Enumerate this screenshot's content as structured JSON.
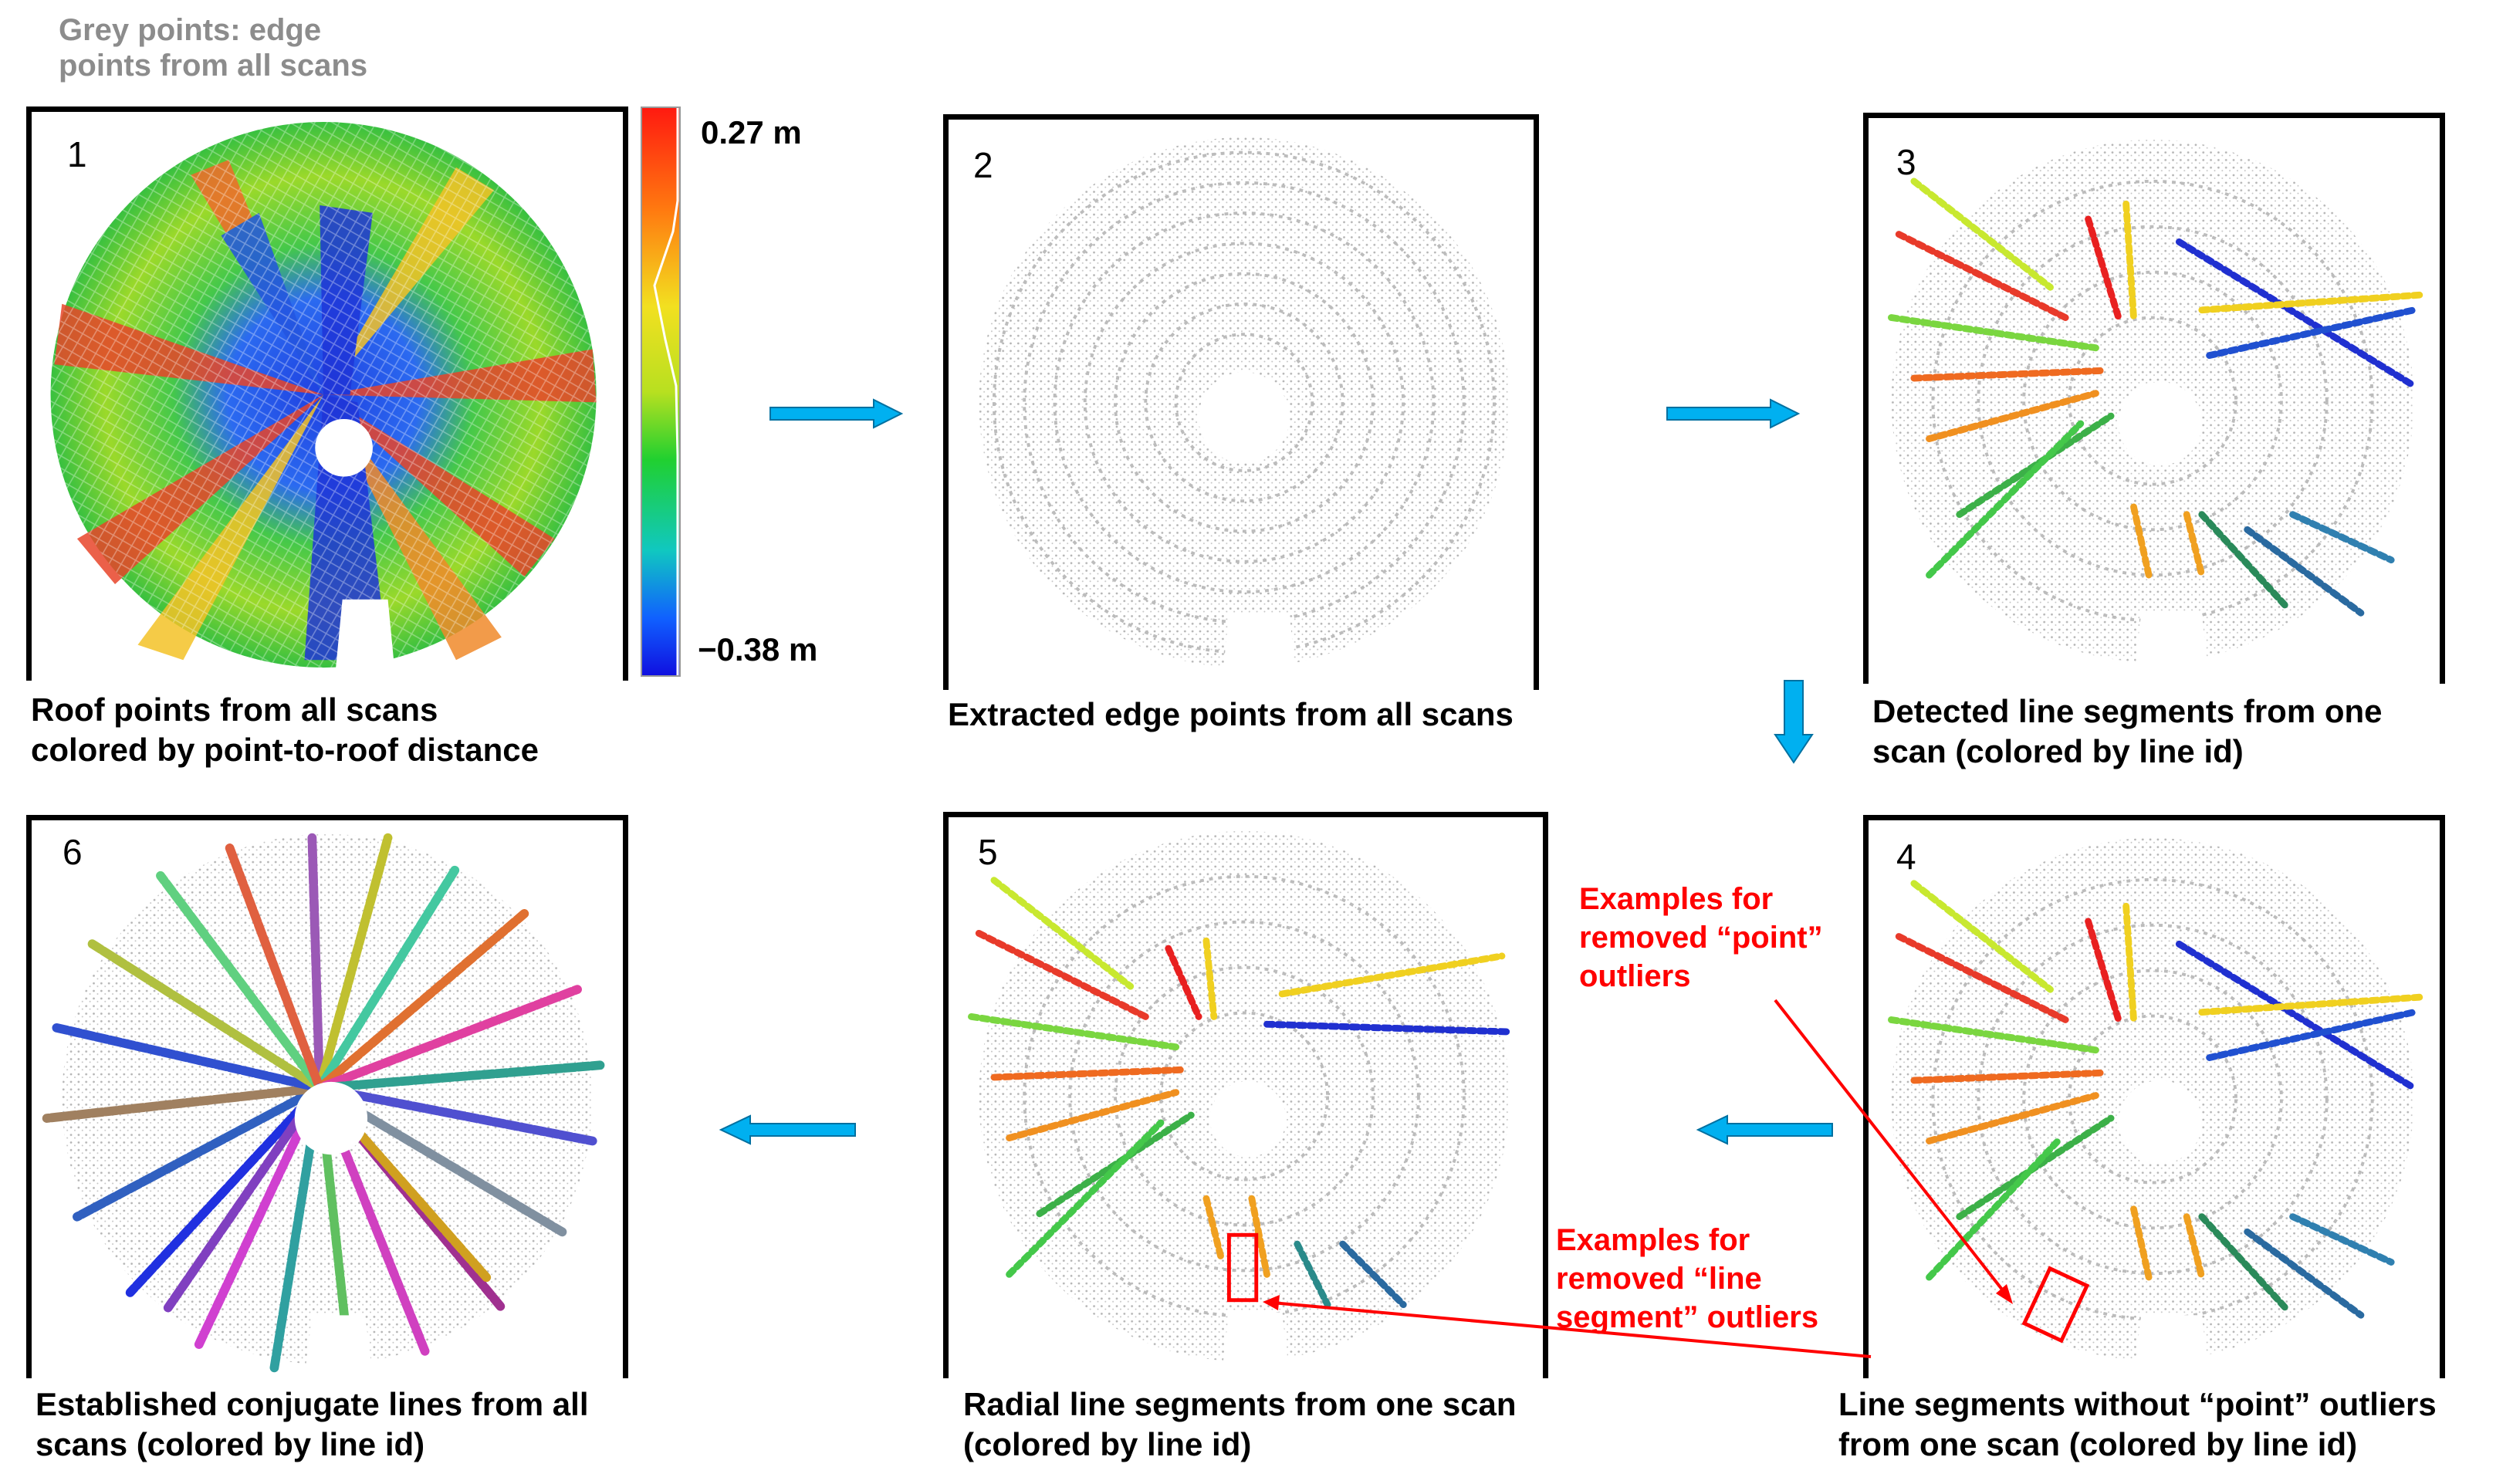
{
  "top_note": [
    "Grey points: edge",
    "points from all scans"
  ],
  "colorbar": {
    "max_label": "0.27 m",
    "min_label": "−0.38 m"
  },
  "panels": [
    {
      "number": "1",
      "caption": [
        "Roof points from all scans",
        "colored by point-to-roof distance"
      ]
    },
    {
      "number": "2",
      "caption": [
        "Extracted edge points from all scans"
      ]
    },
    {
      "number": "3",
      "caption": [
        "Detected line segments from one",
        "scan (colored by line id)"
      ]
    },
    {
      "number": "4",
      "caption": [
        "Line segments without “point” outliers",
        "from one scan (colored by line id)"
      ]
    },
    {
      "number": "5",
      "caption": [
        "Radial line segments from one scan",
        " (colored by line id)"
      ]
    },
    {
      "number": "6",
      "caption": [
        "Established conjugate lines from all",
        "scans (colored by line id)"
      ]
    }
  ],
  "annotations": {
    "point_outliers": [
      "Examples for",
      "removed “point”",
      "outliers"
    ],
    "line_outliers": [
      "Examples for",
      "removed “line",
      "segment” outliers"
    ]
  },
  "colors": {
    "arrow": "#00b0f0",
    "annotation": "#ff0000",
    "edge_points": "#b4b4b4"
  }
}
